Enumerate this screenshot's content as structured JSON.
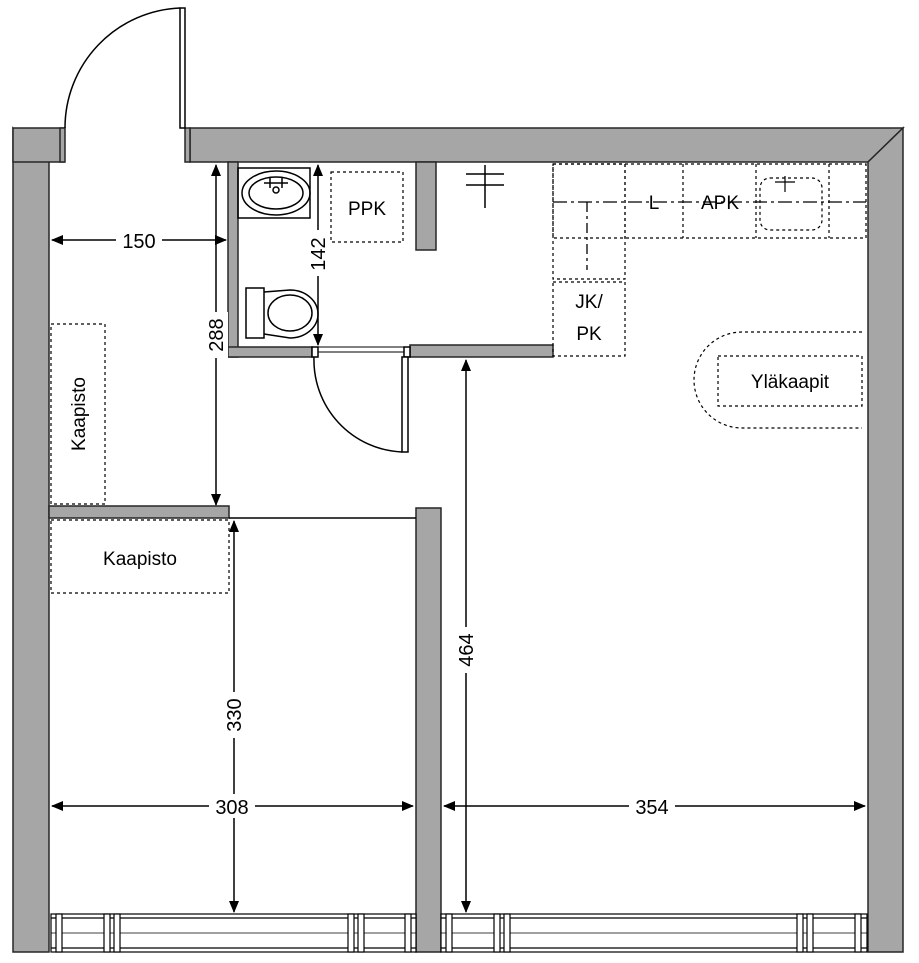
{
  "colors": {
    "wall": "#a6a6a6",
    "wall_stroke": "#262626",
    "line": "#000000",
    "background": "#ffffff"
  },
  "dimensions": {
    "d150": "150",
    "d288": "288",
    "d142": "142",
    "d330": "330",
    "d464": "464",
    "d308": "308",
    "d354": "354"
  },
  "labels": {
    "ppk": "PPK",
    "l": "L",
    "apk": "APK",
    "jk_line1": "JK/",
    "jk_line2": "PK",
    "ylakaapit": "Yläkaapit",
    "kaapisto_vertical": "Kaapisto",
    "kaapisto_horizontal": "Kaapisto"
  },
  "icons": {
    "door_swing": "door-swing-icon",
    "sink": "sink-icon",
    "toilet": "toilet-icon",
    "shower": "shower-icon",
    "kitchen_sink": "kitchen-sink-icon",
    "window": "window-icon"
  }
}
